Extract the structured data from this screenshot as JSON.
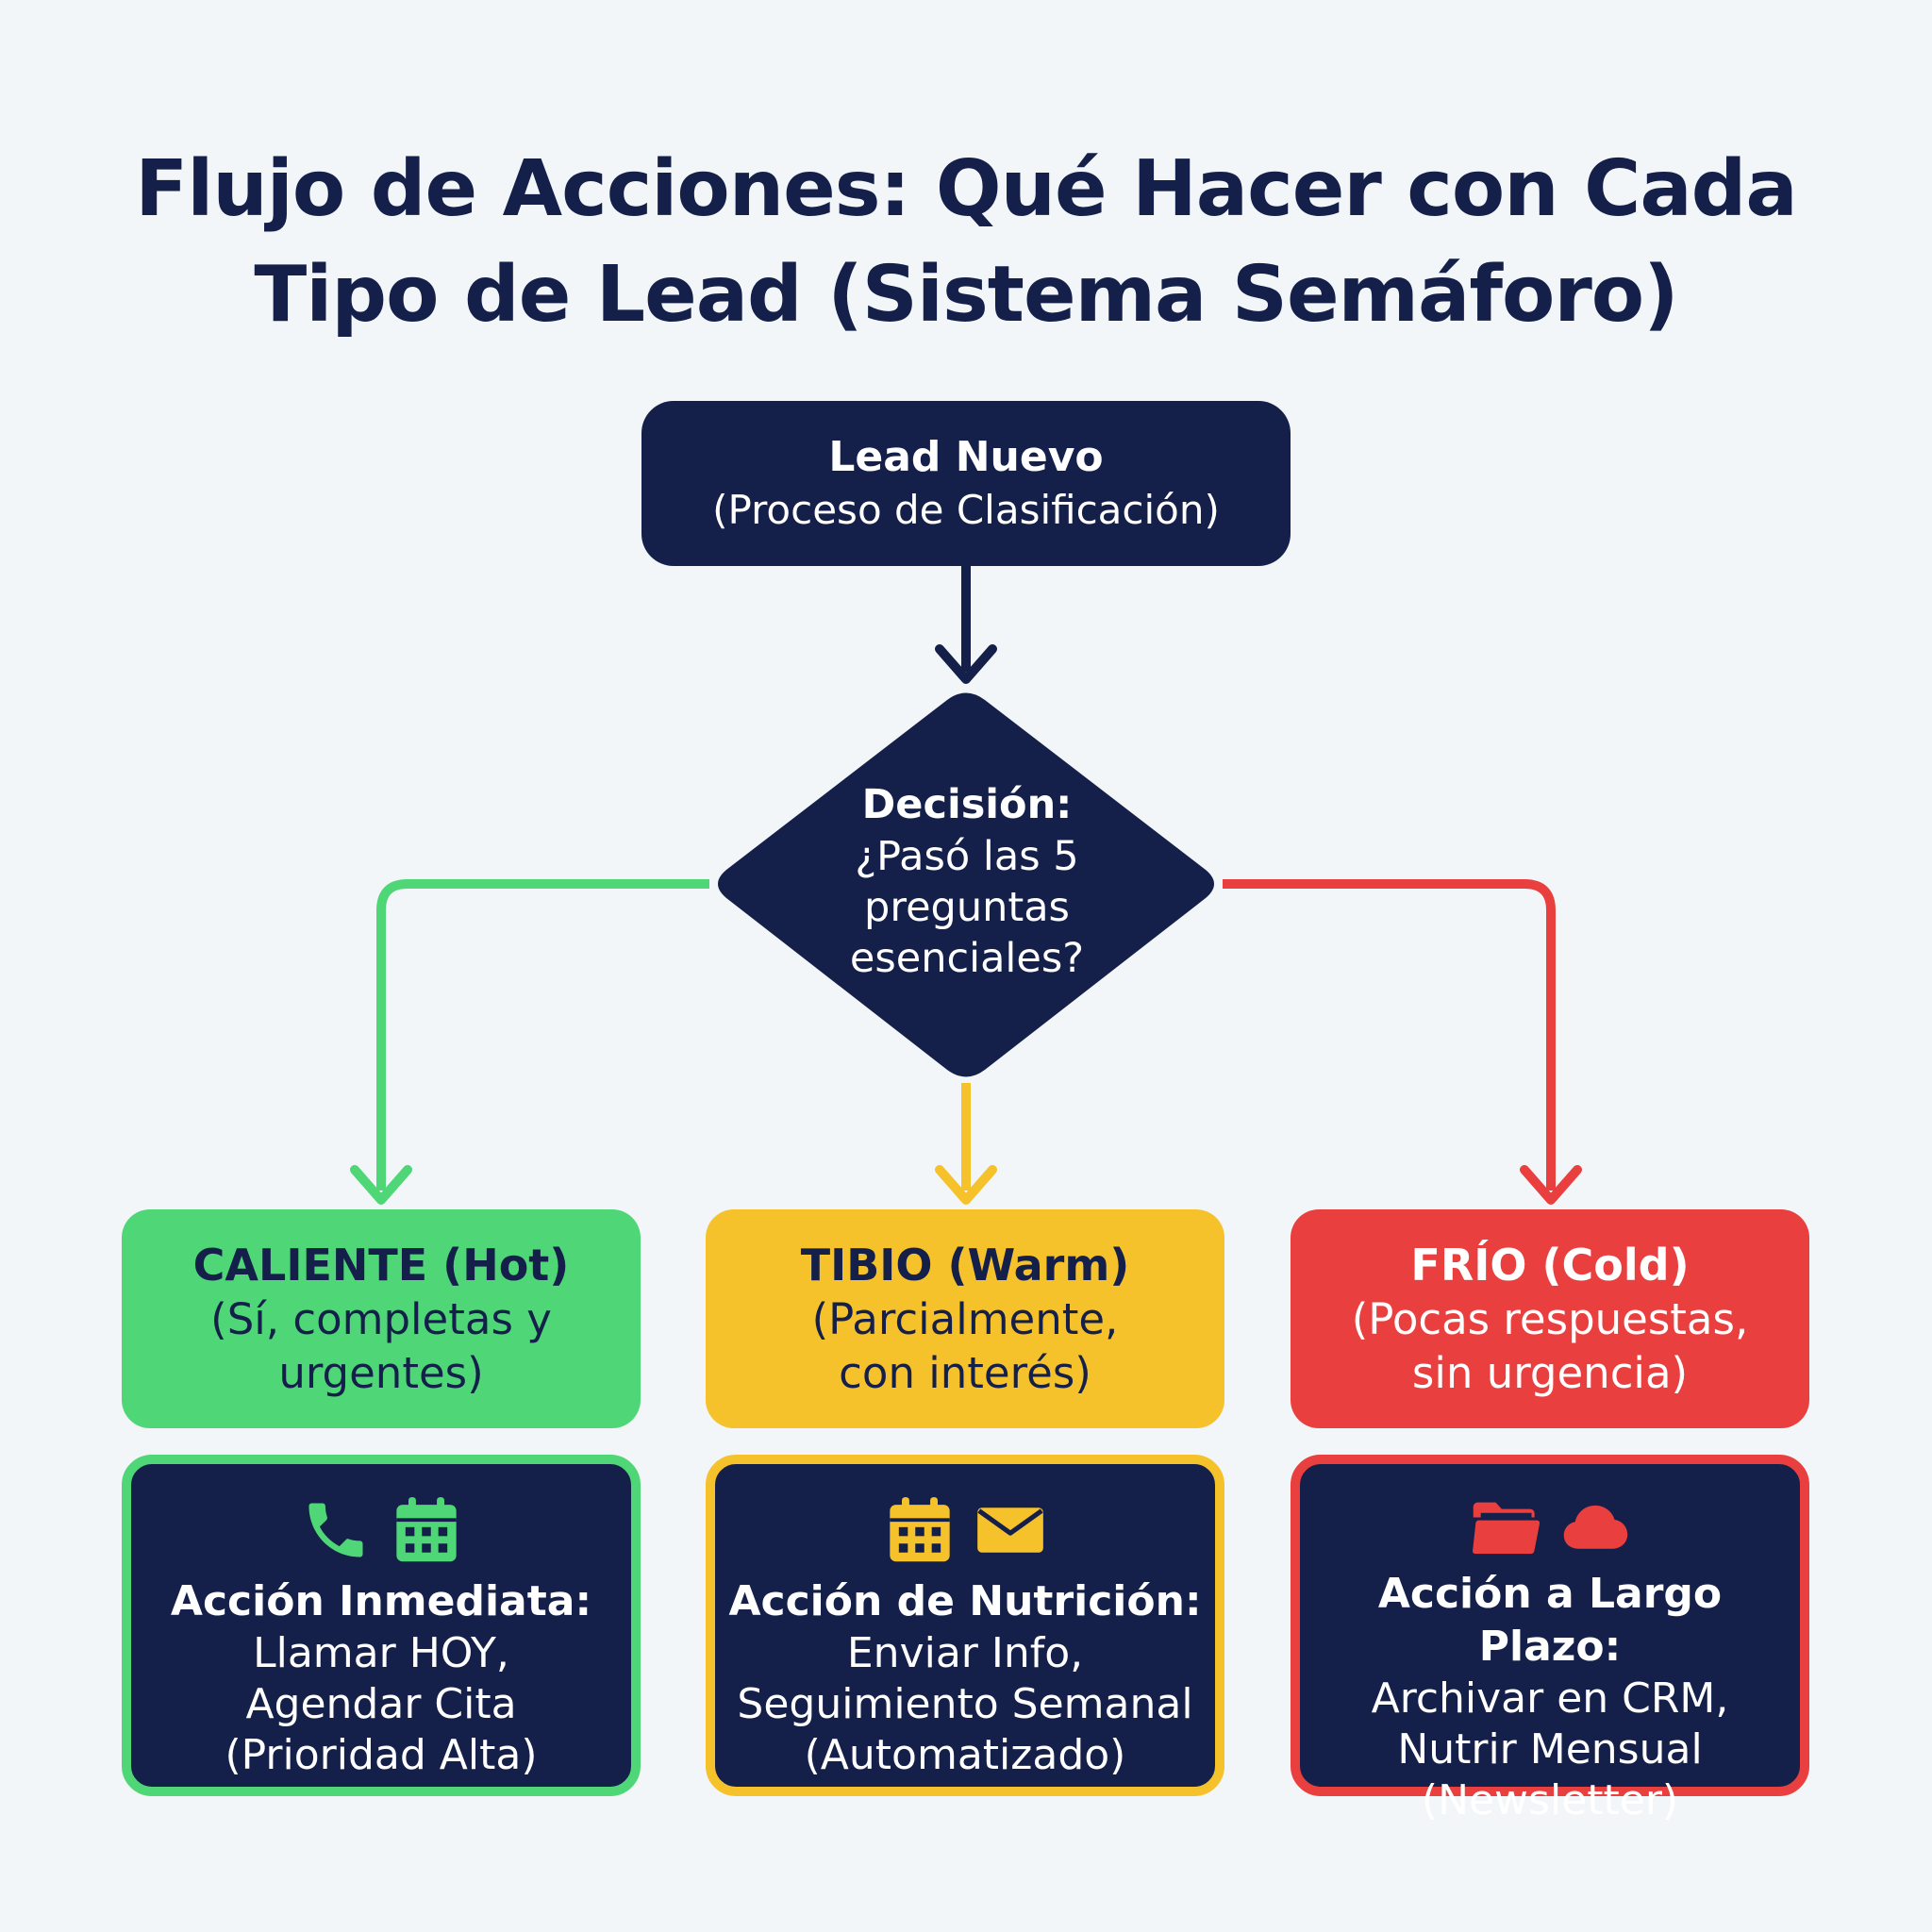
{
  "title": {
    "line1": "Flujo de Acciones: Qué Hacer con Cada",
    "line2": "Tipo de Lead (Sistema Semáforo)"
  },
  "colors": {
    "navy": "#14204a",
    "green": "#4fd677",
    "yellow": "#f5c22c",
    "red": "#e9403f",
    "background": "#f3f6f8"
  },
  "start": {
    "title": "Lead Nuevo",
    "subtitle": "(Proceso de Clasificación)"
  },
  "decision": {
    "label": "Decisión:",
    "question_line1": "¿Pasó las 5",
    "question_line2": "preguntas",
    "question_line3": "esenciales?"
  },
  "categories": [
    {
      "title": "CALIENTE (Hot)",
      "desc_line1": "(Sí, completas y",
      "desc_line2": "urgentes)"
    },
    {
      "title": "TIBIO (Warm)",
      "desc_line1": "(Parcialmente,",
      "desc_line2": "con interés)"
    },
    {
      "title": "FRÍO (Cold)",
      "desc_line1": "(Pocas respuestas,",
      "desc_line2": "sin urgencia)"
    }
  ],
  "actions": [
    {
      "icons": [
        "phone-icon",
        "calendar-icon"
      ],
      "title": "Acción Inmediata:",
      "line1": "Llamar HOY,",
      "line2": "Agendar Cita",
      "line3": "(Prioridad Alta)"
    },
    {
      "icons": [
        "calendar-icon",
        "envelope-icon"
      ],
      "title": "Acción de Nutrición:",
      "line1": "Enviar Info,",
      "line2": "Seguimiento Semanal",
      "line3": "(Automatizado)"
    },
    {
      "icons": [
        "folder-icon",
        "cloud-icon"
      ],
      "title": "Acción a Largo Plazo:",
      "line1": "Archivar en CRM,",
      "line2": "Nutrir Mensual",
      "line3": "(Newsletter)"
    }
  ]
}
